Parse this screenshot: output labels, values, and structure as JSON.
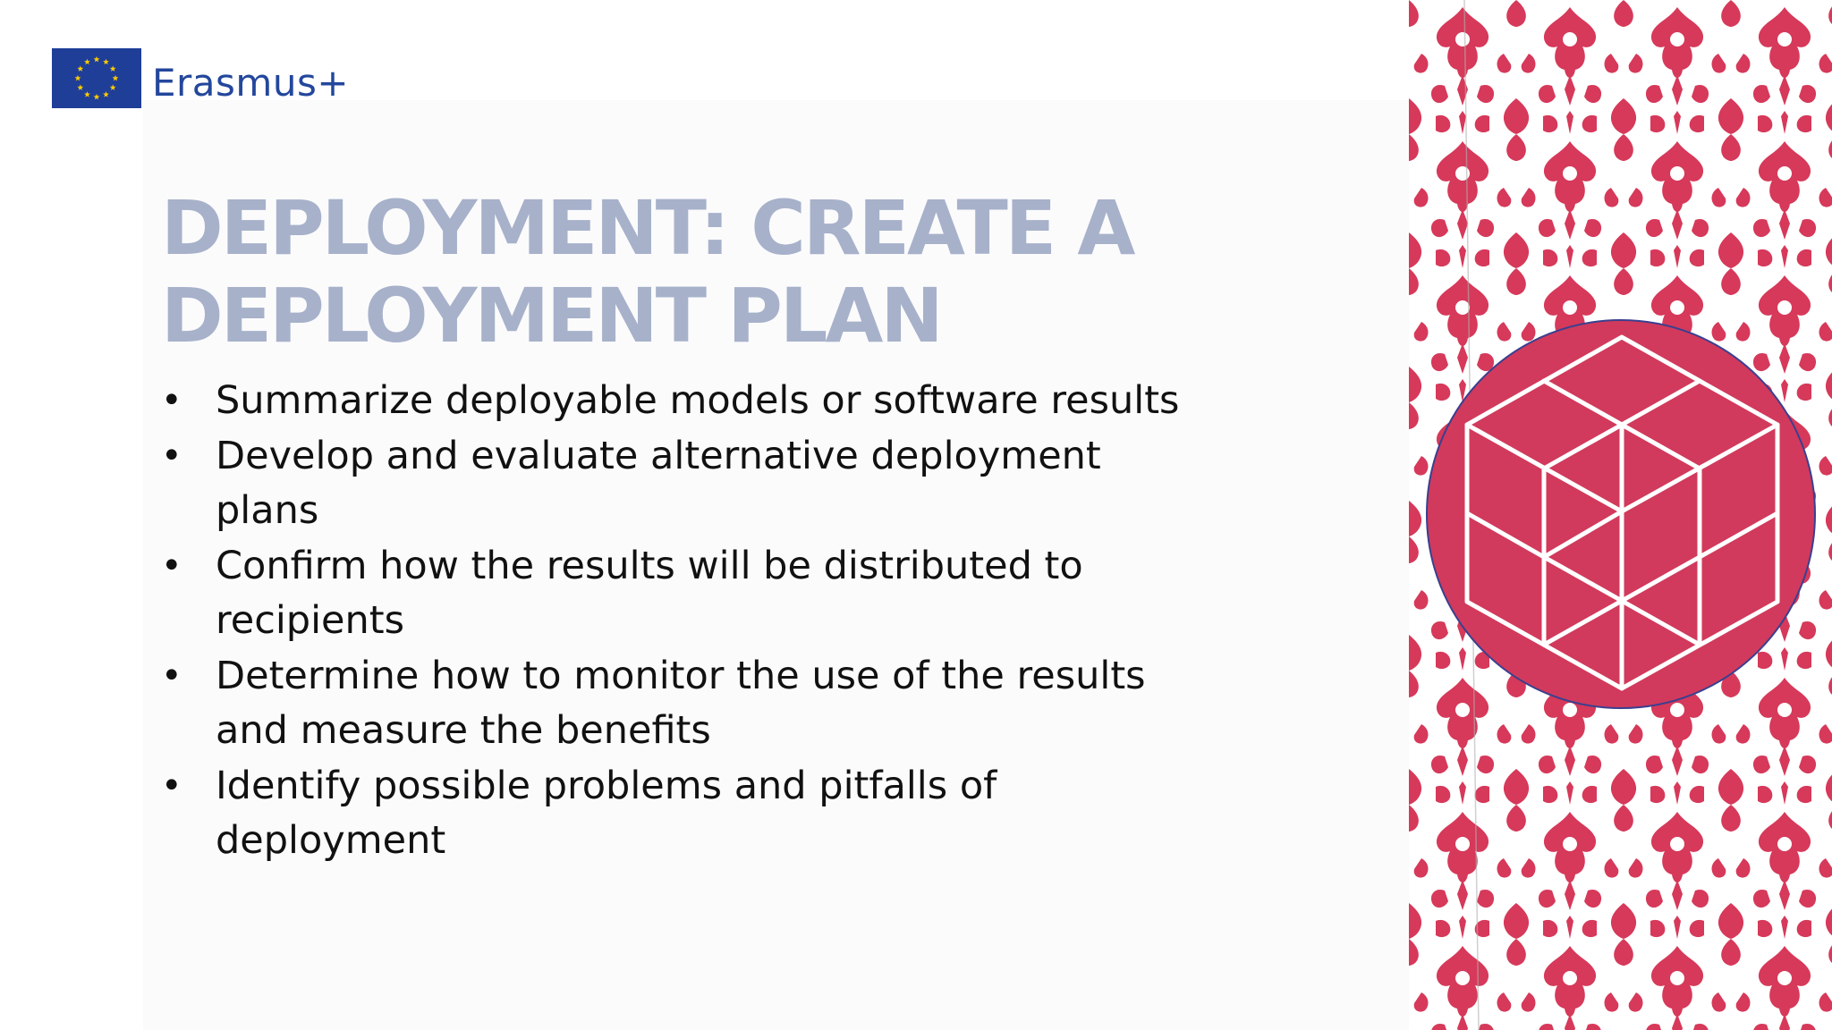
{
  "logo": {
    "text": "Erasmus+"
  },
  "title": {
    "line1": "Deployment: Create a",
    "line2": "deployment plan"
  },
  "bullets": [
    {
      "marker": "•",
      "text": "Summarize deployable models or software results"
    },
    {
      "marker": "•",
      "text": "Develop and evaluate alternative deployment plans"
    },
    {
      "marker": "•",
      "text": "Confirm how the results will be distributed to recipients"
    },
    {
      "marker": "•",
      "text": "Determine how to monitor the use of the results and measure the benefits"
    },
    {
      "marker": "•",
      "text": "Identify possible problems and pitfalls of deployment"
    }
  ],
  "colors": {
    "title": "#a7b1ca",
    "body_text": "#111111",
    "eu_blue": "#1f3e98",
    "eu_star": "#ffcc00",
    "pattern_red": "#d6395a",
    "badge_fill": "#d13a5c",
    "badge_stroke": "#ffffff"
  },
  "icons": {
    "flag": "eu-flag-icon",
    "badge": "cube-icon"
  }
}
